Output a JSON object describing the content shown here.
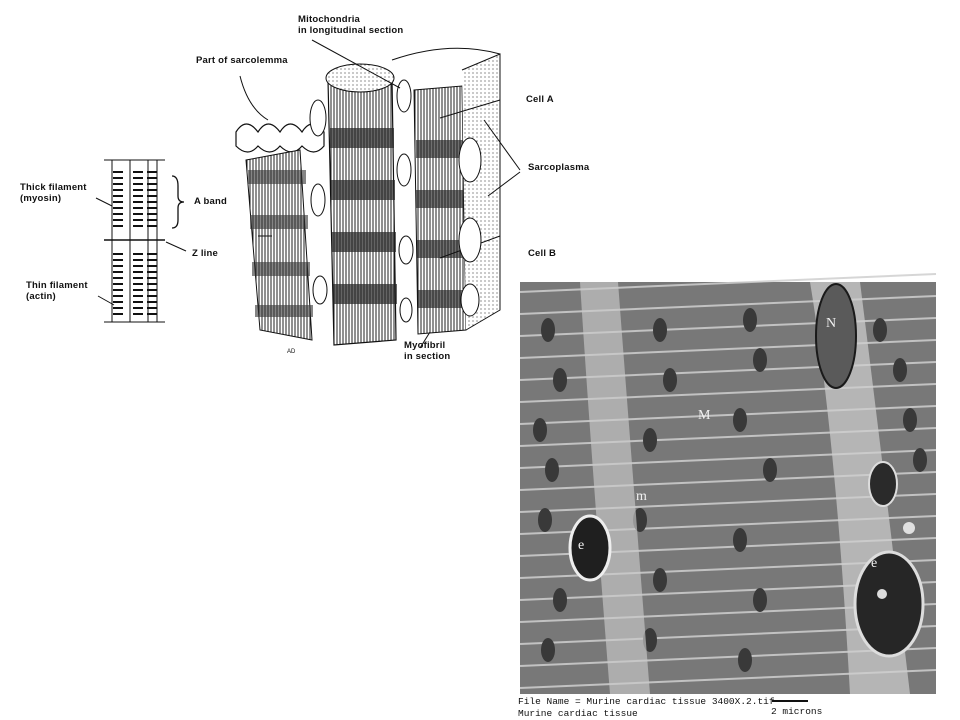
{
  "diagram": {
    "labels": {
      "mitochondria": "Mitochondria\nin longitudinal section",
      "sarcolemma": "Part of sarcolemma",
      "cell_a": "Cell A",
      "sarcoplasma": "Sarcoplasma",
      "thick_filament": "Thick filament\n(myosin)",
      "a_band": "A band",
      "z_line": "Z line",
      "thin_filament": "Thin filament\n(actin)",
      "cell_b": "Cell B",
      "myofibril": "Myofibril\nin section",
      "artist_mark": "AD"
    }
  },
  "micrograph": {
    "labels": {
      "n": "N",
      "m_upper": "M",
      "m_lower": "m",
      "e_left": "e",
      "e_right": "e"
    },
    "caption": {
      "file_line": "File Name = Murine cardiac tissue 3400X.2.tif",
      "title_line": "Murine cardiac tissue",
      "scale": "2 microns"
    }
  }
}
